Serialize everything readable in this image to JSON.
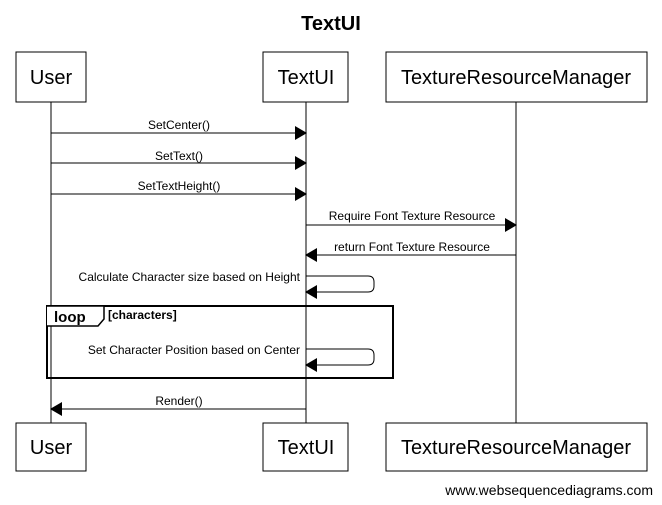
{
  "title": "TextUI",
  "participants": [
    {
      "id": "user",
      "label": "User"
    },
    {
      "id": "textui",
      "label": "TextUI"
    },
    {
      "id": "trm",
      "label": "TextureResourceManager"
    }
  ],
  "messages": [
    {
      "from": "user",
      "to": "textui",
      "label": "SetCenter()"
    },
    {
      "from": "user",
      "to": "textui",
      "label": "SetText()"
    },
    {
      "from": "user",
      "to": "textui",
      "label": "SetTextHeight()"
    },
    {
      "from": "textui",
      "to": "trm",
      "label": "Require Font Texture Resource"
    },
    {
      "from": "trm",
      "to": "textui",
      "label": "return Font Texture Resource"
    },
    {
      "from": "textui",
      "to": "textui",
      "label": "Calculate Character size based on Height"
    },
    {
      "from": "textui",
      "to": "textui",
      "label": "Set Character Position based on Center"
    },
    {
      "from": "textui",
      "to": "user",
      "label": "Render()"
    }
  ],
  "loop": {
    "keyword": "loop",
    "condition": "[characters]"
  },
  "watermark": "www.websequencediagrams.com"
}
